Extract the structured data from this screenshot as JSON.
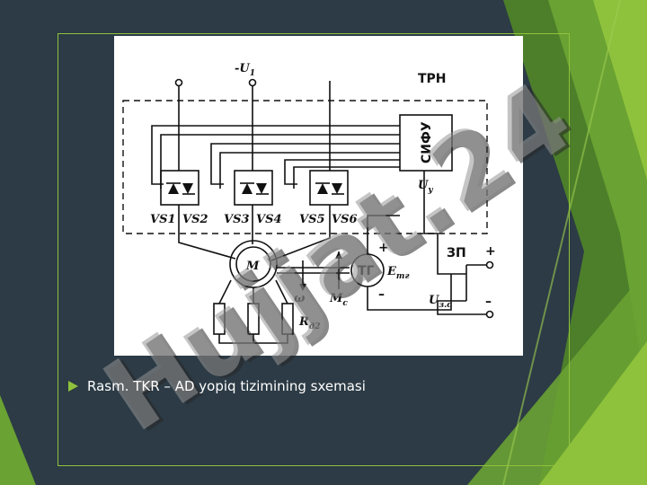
{
  "slide": {
    "caption": "Rasm. TKR – AD yopiq tizimining sxemasi",
    "watermark": "Hujjat.24",
    "colors": {
      "background": "#2c3b45",
      "accent": "#8fc23c",
      "dark_green": "#4d7f2a"
    }
  },
  "diagram": {
    "supply_label": "-U",
    "supply_sub": "1",
    "regulator_label": "ТРН",
    "control_block": "СИФУ",
    "control_voltage": "U",
    "control_voltage_sub": "у",
    "thyristors": [
      "VS1",
      "VS2",
      "VS3",
      "VS4",
      "VS5",
      "VS6"
    ],
    "motor": "M",
    "tachogen": "ТГ",
    "tacho_emf": "E",
    "tacho_emf_sub": "тг",
    "setpoint_block": "ЗП",
    "setpoint_voltage": "U",
    "setpoint_voltage_sub": "з.с",
    "speed": "ω",
    "load_torque": "M",
    "load_torque_sub": "c",
    "resistor": "R",
    "resistor_sub": "д2",
    "plus": "+",
    "minus": "–"
  }
}
